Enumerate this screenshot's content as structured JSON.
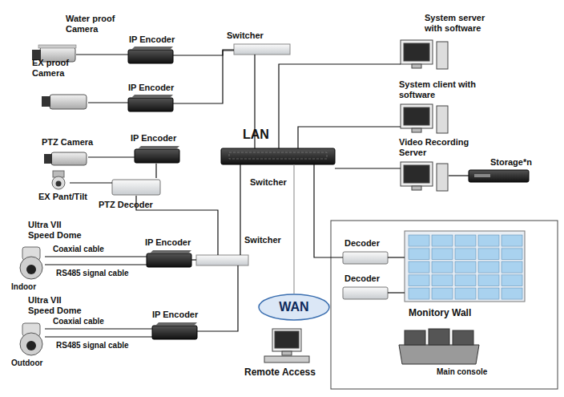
{
  "diagram": {
    "nodes": [
      {
        "text": [
          "Water proof Camera"
        ]
      },
      {
        "text": [
          "IP Encoder"
        ]
      },
      {
        "text": [
          "EX proof Camera"
        ]
      },
      {
        "text": [
          "IP Encoder"
        ]
      },
      {
        "text": [
          "PTZ Camera"
        ]
      },
      {
        "text": [
          "IP Encoder"
        ]
      },
      {
        "text": [
          "EX Pant/Tilt"
        ]
      },
      {
        "text": [
          "PTZ Decoder"
        ]
      },
      {
        "text": [
          "Ultra VII Speed Dome",
          "Indoor"
        ]
      },
      {
        "text": [
          "IP Encoder"
        ]
      },
      {
        "text": [
          "Ultra VII Speed Dome",
          "Outdoor"
        ]
      },
      {
        "text": [
          "IP Encoder"
        ]
      },
      {
        "text": [
          "Switcher"
        ]
      },
      {
        "text": [
          "LAN",
          "Switcher"
        ]
      },
      {
        "text": [
          "Switcher"
        ]
      },
      {
        "text": [
          "System server with software"
        ]
      },
      {
        "text": [
          "System client with software"
        ]
      },
      {
        "text": [
          "Video Recording Server"
        ]
      },
      {
        "text": [
          "Storage*n"
        ]
      },
      {
        "text": [
          "WAN"
        ]
      },
      {
        "text": [
          "Remote Access"
        ]
      },
      {
        "text": [
          "Decoder"
        ]
      },
      {
        "text": [
          "Decoder"
        ]
      },
      {
        "text": [
          "Monitory Wall"
        ]
      },
      {
        "text": [
          "Main console"
        ]
      }
    ],
    "edges": [
      {
        "from": 0,
        "to": 1,
        "arrow": "none"
      },
      {
        "from": 1,
        "to": 12,
        "arrow": "none"
      },
      {
        "from": 2,
        "to": 3,
        "arrow": "none"
      },
      {
        "from": 3,
        "to": 12,
        "arrow": "none"
      },
      {
        "from": 4,
        "to": 5,
        "arrow": "none"
      },
      {
        "from": 6,
        "to": 7,
        "arrow": "none"
      },
      {
        "from": 7,
        "to": 5,
        "arrow": "none"
      },
      {
        "from": 7,
        "to": 14,
        "arrow": "none"
      },
      {
        "from": 8,
        "to": 9,
        "label": "Coaxial cable",
        "arrow": "none"
      },
      {
        "from": 8,
        "to": 9,
        "label": "RS485 signal cable",
        "arrow": "none"
      },
      {
        "from": 9,
        "to": 14,
        "arrow": "none"
      },
      {
        "from": 10,
        "to": 11,
        "label": "Coaxial cable",
        "arrow": "none"
      },
      {
        "from": 10,
        "to": 11,
        "label": "RS485 signal cable",
        "arrow": "none"
      },
      {
        "from": 11,
        "to": 14,
        "arrow": "none"
      },
      {
        "from": 12,
        "to": 13,
        "arrow": "none"
      },
      {
        "from": 14,
        "to": 13,
        "arrow": "none"
      },
      {
        "from": 13,
        "to": 15,
        "arrow": "none"
      },
      {
        "from": 13,
        "to": 16,
        "arrow": "none"
      },
      {
        "from": 13,
        "to": 17,
        "arrow": "none"
      },
      {
        "from": 17,
        "to": 18,
        "arrow": "none"
      },
      {
        "from": 13,
        "to": 19,
        "arrow": "none"
      },
      {
        "from": 13,
        "to": 21,
        "arrow": "none"
      },
      {
        "from": 21,
        "to": 23,
        "arrow": "none"
      },
      {
        "from": 22,
        "to": 23,
        "arrow": "none"
      }
    ]
  }
}
